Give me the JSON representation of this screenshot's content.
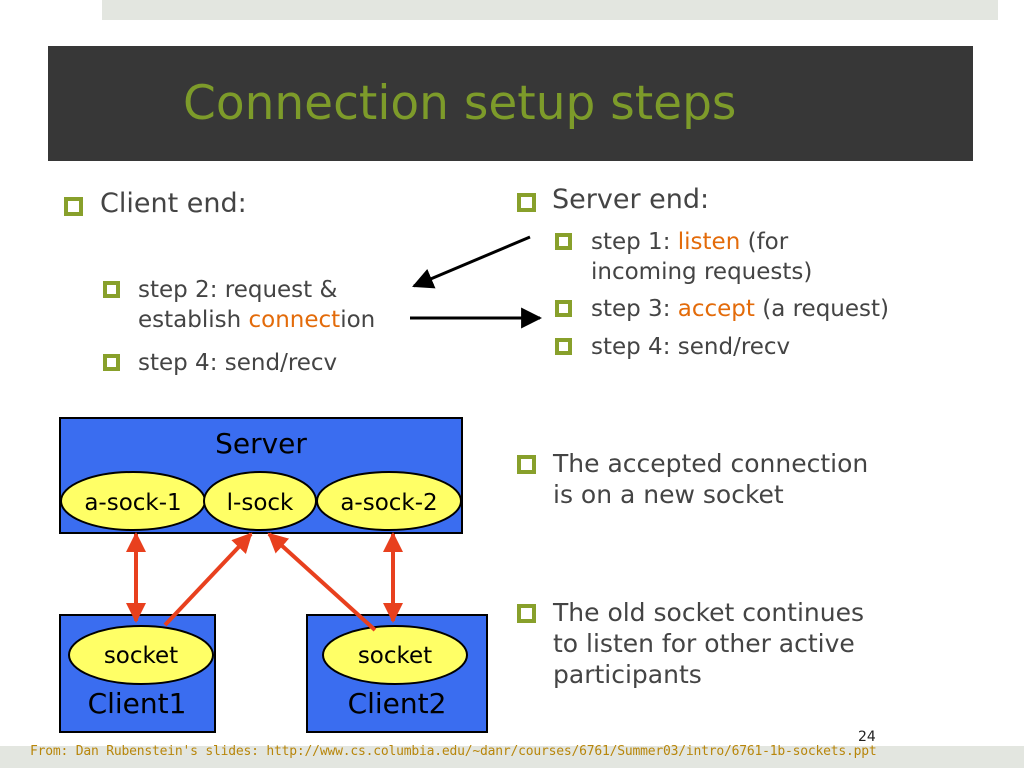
{
  "title": "Connection setup steps",
  "client_end": {
    "heading": "Client end:",
    "step2_a": "step 2: request &",
    "step2_b_prefix": "establish ",
    "step2_b_orange": "connect",
    "step2_b_suffix": "ion",
    "step4": "step 4: send/recv"
  },
  "server_end": {
    "heading": "Server end:",
    "step1_prefix": "step 1: ",
    "step1_orange": "listen",
    "step1_suffix": " (for",
    "step1_line2": "incoming requests)",
    "step3_prefix": "step 3: ",
    "step3_orange": "accept",
    "step3_suffix": " (a request)",
    "step4": "step 4: send/recv"
  },
  "notes": {
    "accepted_1": "The accepted connection",
    "accepted_2": "is on a new socket",
    "old_1": "The old socket continues",
    "old_2": "to listen for other active",
    "old_3": "participants"
  },
  "diagram": {
    "server_label": "Server",
    "asock1": "a-sock-1",
    "lsock": "l-sock",
    "asock2": "a-sock-2",
    "client1_socket": "socket",
    "client1_label": "Client1",
    "client2_socket": "socket",
    "client2_label": "Client2"
  },
  "colors": {
    "accent": "#7d9b2a",
    "box_blue": "#3a6df0",
    "oval_yellow": "#ffff66",
    "arrow_red": "#e8401e",
    "highlight_orange": "#e36b0a"
  },
  "page_number": "24",
  "credit": "From: Dan Rubenstein's slides:  http://www.cs.columbia.edu/~danr/courses/6761/Summer03/intro/6761-1b-sockets.ppt"
}
